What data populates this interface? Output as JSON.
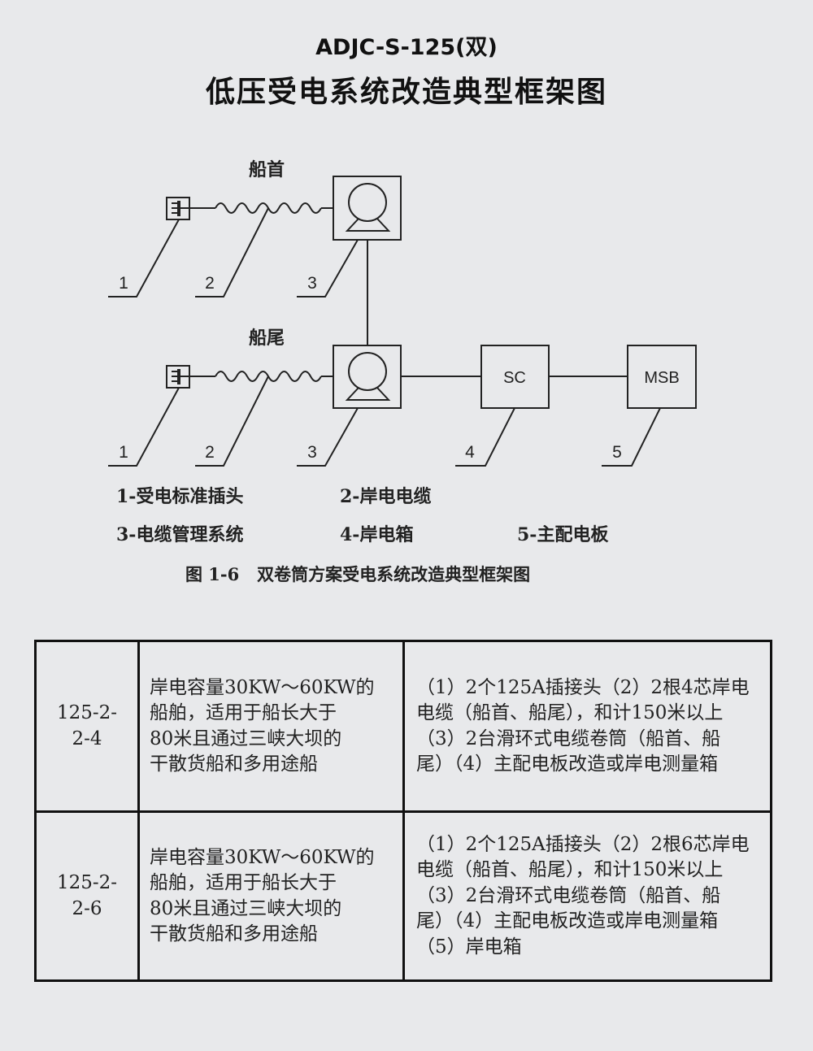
{
  "header": {
    "title_line1": "ADJC-S-125(双)",
    "title_line2": "低压受电系统改造典型框架图"
  },
  "diagram": {
    "bow_label": "船首",
    "stern_label": "船尾",
    "sc_label": "SC",
    "msb_label": "MSB",
    "top_numbers": [
      "1",
      "2",
      "3"
    ],
    "bottom_numbers": [
      "1",
      "2",
      "3",
      "4",
      "5"
    ],
    "legend": [
      "1-受电标准插头",
      "2-岸电电缆",
      "3-电缆管理系统",
      "4-岸电箱",
      "5-主配电板"
    ],
    "caption": "图 1-6   双卷筒方案受电系统改造典型框架图"
  },
  "table": {
    "rows": [
      {
        "code": [
          "125-2-",
          "2-4"
        ],
        "description": [
          "岸电容量30KW～60KW的",
          "船舶，适用于船长大于",
          "80米且通过三峡大坝的",
          "干散货船和多用途船"
        ],
        "components": [
          "（1）2个125A插接头（2）2根4芯岸电",
          "电缆（船首、船尾），和计150米以上",
          "（3）2台滑环式电缆卷筒（船首、船",
          "尾）（4）主配电板改造或岸电测量箱"
        ]
      },
      {
        "code": [
          "125-2-",
          "2-6"
        ],
        "description": [
          "岸电容量30KW～60KW的",
          "船舶，适用于船长大于",
          "80米且通过三峡大坝的",
          "干散货船和多用途船"
        ],
        "components": [
          "（1）2个125A插接头（2）2根6芯岸电",
          "电缆（船首、船尾），和计150米以上",
          "（3）2台滑环式电缆卷筒（船首、船",
          "尾）（4）主配电板改造或岸电测量箱",
          "（5）岸电箱"
        ]
      }
    ]
  }
}
